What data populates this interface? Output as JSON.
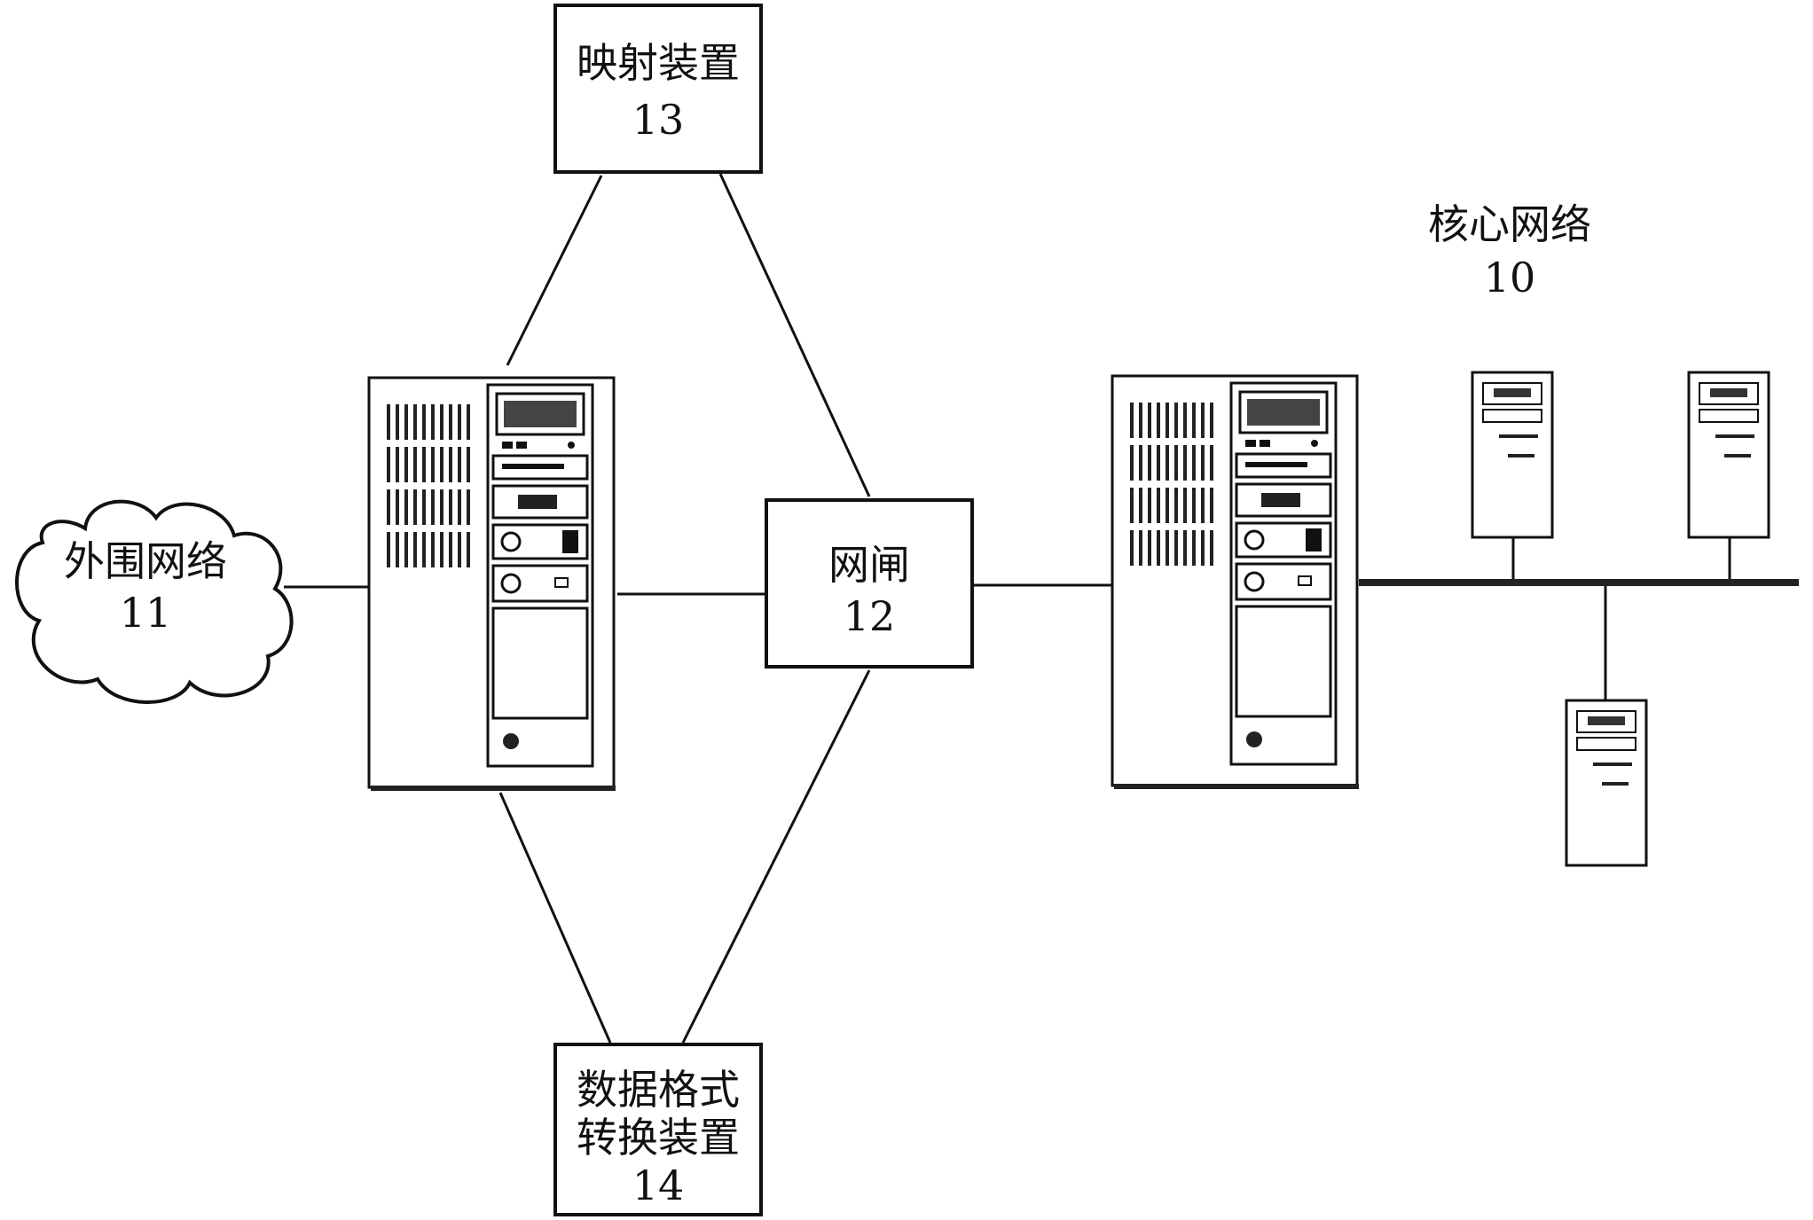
{
  "nodes": {
    "mapping": {
      "label": "映射装置",
      "id": "13"
    },
    "gateway": {
      "label": "网闸",
      "id": "12"
    },
    "converter": {
      "label_line1": "数据格式",
      "label_line2": "转换装置",
      "id": "14"
    },
    "periphery": {
      "label": "外围网络",
      "id": "11"
    },
    "core": {
      "label": "核心网络",
      "id": "10"
    }
  }
}
